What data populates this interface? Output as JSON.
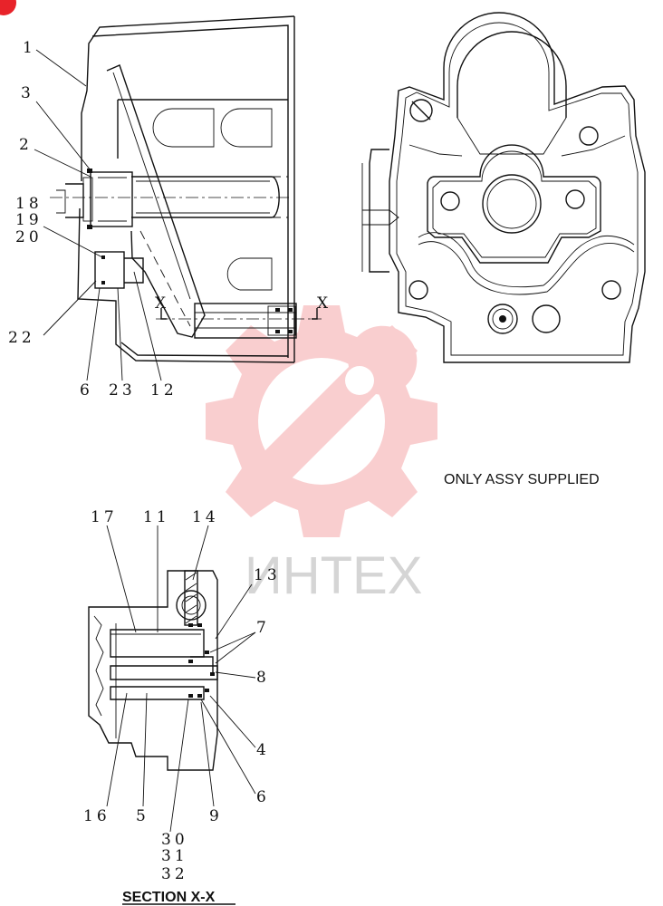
{
  "callouts": {
    "c1": "1",
    "c3": "3",
    "c2": "2",
    "c18": "18",
    "c19": "19",
    "c20": "20",
    "c22": "22",
    "c6a": "6",
    "c23": "23",
    "c12": "12",
    "c17": "17",
    "c11": "11",
    "c14": "14",
    "c13": "13",
    "c7": "7",
    "c8": "8",
    "c4": "4",
    "c6b": "6",
    "c16": "16",
    "c5": "5",
    "c9": "9",
    "c30": "30",
    "c31": "31",
    "c32": "32"
  },
  "section_marks": {
    "left": "X",
    "right": "X"
  },
  "note": "ONLY ASSY SUPPLIED",
  "section_title": "SECTION  X-X",
  "watermark": {
    "text": "ИНТЕХ",
    "color": "#e8232a"
  }
}
